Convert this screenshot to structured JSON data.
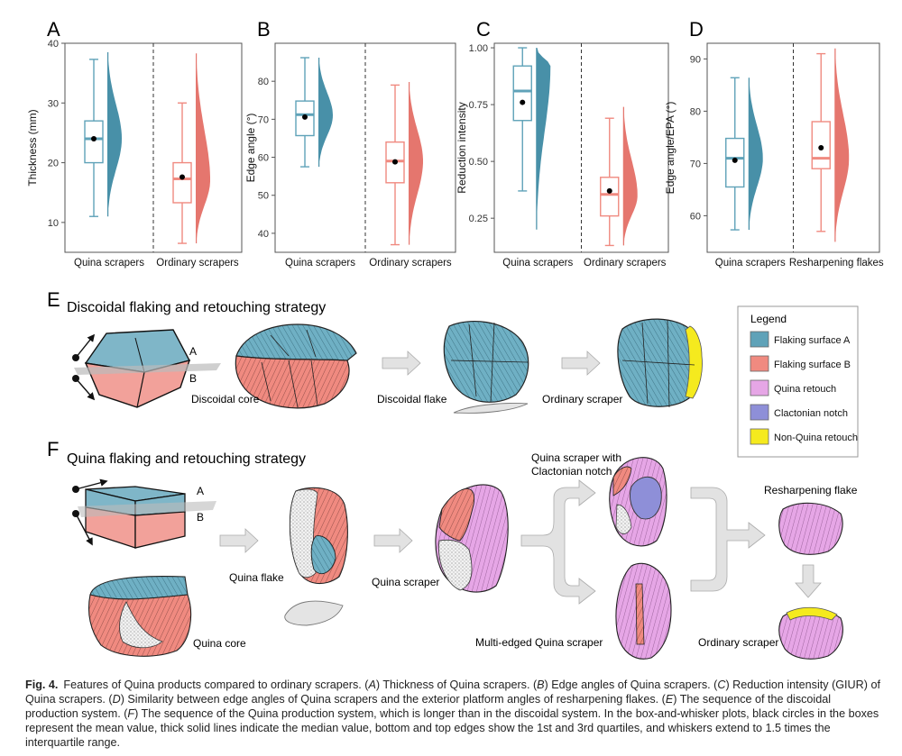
{
  "figure": {
    "fig_label": "Fig. 4.",
    "caption_parts": [
      "Features of Quina products compared to ordinary scrapers. (",
      "A",
      ") Thickness of Quina scrapers. (",
      "B",
      ") Edge angles of Quina scrapers. (",
      "C",
      ") Reduction intensity (GIUR) of Quina scrapers. (",
      "D",
      ") Similarity between edge angles of Quina scrapers and the exterior platform angles of resharpening flakes. (",
      "E",
      ") The sequence of the discoidal production system. (",
      "F",
      ") The sequence of the Quina production system, which is longer than in the discoidal system. In the box-and-whisker plots, black circles in the boxes represent the mean value, thick solid lines indicate the median value, bottom and top edges show the 1st and 3rd quartiles, and whiskers extend to 1.5 times the interquartile range."
    ]
  },
  "colors": {
    "blue": "#5fa2b8",
    "blue_dark": "#3e8aa3",
    "red": "#f08a80",
    "red_dark": "#e46f66",
    "pink": "#e6a6e6",
    "purple": "#8e8fd8",
    "yellow": "#f5ea1e",
    "gray": "#d9d9d9"
  },
  "chart_data": [
    {
      "panel": "A",
      "type": "box",
      "ylabel": "Thickness (mm)",
      "ylim": [
        5,
        40
      ],
      "yticks": [
        10,
        20,
        30,
        40
      ],
      "categories": [
        "Quina scrapers",
        "Ordinary scrapers"
      ],
      "boxes": [
        {
          "whisker_low": 11,
          "q1": 20,
          "median": 24,
          "q3": 27,
          "whisker_high": 37.3,
          "mean": 24,
          "violin_min": 11,
          "violin_max": 38.5,
          "violin_mode": 24
        },
        {
          "whisker_low": 6.5,
          "q1": 13.3,
          "median": 17.3,
          "q3": 20,
          "whisker_high": 30,
          "mean": 17.6,
          "violin_min": 6.5,
          "violin_max": 38.3,
          "violin_mode": 17
        }
      ]
    },
    {
      "panel": "B",
      "type": "box",
      "ylabel": "Edge angle (°)",
      "ylim": [
        35,
        90
      ],
      "yticks": [
        40,
        50,
        60,
        70,
        80
      ],
      "categories": [
        "Quina scrapers",
        "Ordinary scrapers"
      ],
      "boxes": [
        {
          "whisker_low": 57.5,
          "q1": 65.7,
          "median": 71.2,
          "q3": 74.8,
          "whisker_high": 86.2,
          "mean": 70.6,
          "violin_min": 57.5,
          "violin_max": 86.2,
          "violin_mode": 71
        },
        {
          "whisker_low": 37,
          "q1": 53.3,
          "median": 59,
          "q3": 64,
          "whisker_high": 79,
          "mean": 58.8,
          "violin_min": 37,
          "violin_max": 79.8,
          "violin_mode": 59
        }
      ]
    },
    {
      "panel": "C",
      "type": "box",
      "ylabel": "Reduction intensity",
      "ylim": [
        0.1,
        1.02
      ],
      "yticks": [
        0.25,
        0.5,
        0.75,
        1.0
      ],
      "ytick_labels": [
        "0.25",
        "0.50",
        "0.75",
        "1.00"
      ],
      "categories": [
        "Quina scrapers",
        "Ordinary scrapers"
      ],
      "boxes": [
        {
          "whisker_low": 0.37,
          "q1": 0.68,
          "median": 0.81,
          "q3": 0.92,
          "whisker_high": 1.0,
          "mean": 0.76,
          "violin_min": 0.2,
          "violin_max": 1.0,
          "violin_mode": 0.92
        },
        {
          "whisker_low": 0.13,
          "q1": 0.26,
          "median": 0.355,
          "q3": 0.43,
          "whisker_high": 0.69,
          "mean": 0.37,
          "violin_min": 0.13,
          "violin_max": 0.74,
          "violin_mode": 0.35
        }
      ]
    },
    {
      "panel": "D",
      "type": "box",
      "ylabel": "Edge angle/EPA (°)",
      "ylim": [
        53,
        93
      ],
      "yticks": [
        60,
        70,
        80,
        90
      ],
      "categories": [
        "Quina scrapers",
        "Resharpening flakes"
      ],
      "boxes": [
        {
          "whisker_low": 57.3,
          "q1": 65.5,
          "median": 71,
          "q3": 74.8,
          "whisker_high": 86.4,
          "mean": 70.6,
          "violin_min": 57.3,
          "violin_max": 86.4,
          "violin_mode": 71
        },
        {
          "whisker_low": 57,
          "q1": 69,
          "median": 71,
          "q3": 78,
          "whisker_high": 91,
          "mean": 73,
          "violin_min": 55,
          "violin_max": 92,
          "violin_mode": 71
        }
      ]
    }
  ],
  "panel_e": {
    "label": "E",
    "title": "Discoidal flaking and retouching strategy",
    "surface_a": "A",
    "surface_b": "B",
    "items": [
      "Discoidal core",
      "Discoidal flake",
      "Ordinary scraper"
    ]
  },
  "panel_f": {
    "label": "F",
    "title": "Quina flaking and retouching strategy",
    "surface_a": "A",
    "surface_b": "B",
    "items": {
      "core": "Quina core",
      "flake": "Quina flake",
      "scraper": "Quina scraper",
      "notch_line1": "Quina scraper with",
      "notch_line2": "Clactonian notch",
      "multi": "Multi-edged Quina scraper",
      "resharp": "Resharpening flake",
      "ordinary": "Ordinary scraper"
    }
  },
  "legend": {
    "title": "Legend",
    "entries": [
      {
        "label": "Flaking surface A",
        "color": "#5fa2b8"
      },
      {
        "label": "Flaking surface B",
        "color": "#f08a80"
      },
      {
        "label": "Quina retouch",
        "color": "#e6a6e6"
      },
      {
        "label": "Clactonian notch",
        "color": "#8e8fd8"
      },
      {
        "label": "Non-Quina retouch",
        "color": "#f5ea1e"
      }
    ]
  }
}
